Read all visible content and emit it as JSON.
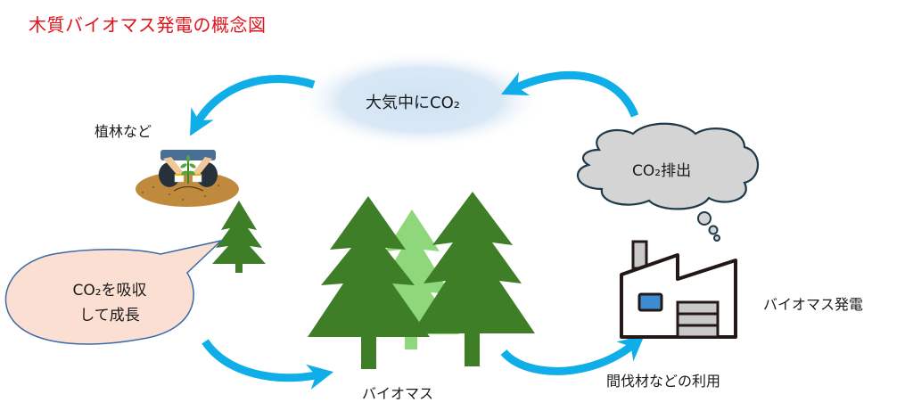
{
  "title": "木質バイオマス発電の概念図",
  "nodes": {
    "atmosphere": {
      "label": "大気中にCO₂"
    },
    "planting": {
      "label": "植林など"
    },
    "emission": {
      "label": "CO₂排出"
    },
    "absorption": {
      "line1": "CO₂を吸収",
      "line2": "して成長"
    },
    "power_plant": {
      "label": "バイオマス発電"
    },
    "biomass": {
      "label": "バイオマス"
    },
    "utilization": {
      "label": "間伐材などの利用"
    }
  },
  "colors": {
    "title": "#e0141b",
    "arrow": "#10aee8",
    "tree_dark": "#3d7e26",
    "tree_light": "#8ed77a",
    "atmosphere_glow": "#cfe2f3",
    "cloud_fill": "#d4d4d4",
    "cloud_stroke": "#1e3a4a",
    "bubble_fill": "#fbdfd2",
    "bubble_stroke": "#3b6aa8",
    "factory_window": "#3d8bd0",
    "soil": "#c08a3e"
  },
  "icons": {
    "planting": "planting-hands-icon",
    "factory": "factory-icon",
    "forest": "forest-icon",
    "sapling": "sapling-tree-icon",
    "emission_cloud": "thought-cloud-icon"
  }
}
